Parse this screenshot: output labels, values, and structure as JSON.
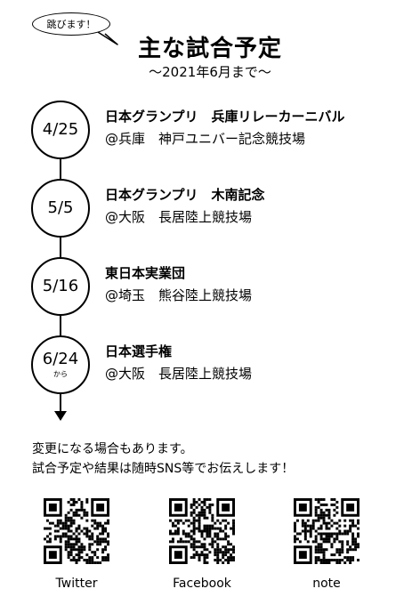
{
  "bubble": {
    "text": "跳びます！"
  },
  "header": {
    "title": "主な試合予定",
    "subtitle": "～2021年6月まで～"
  },
  "events": [
    {
      "date": "4/25",
      "from": "",
      "name": "日本グランプリ　兵庫リレーカーニバル",
      "place": "@兵庫　神戸ユニバー記念競技場"
    },
    {
      "date": "5/5",
      "from": "",
      "name": "日本グランプリ　木南記念",
      "place": "@大阪　長居陸上競技場"
    },
    {
      "date": "5/16",
      "from": "",
      "name": "東日本実業団",
      "place": "@埼玉　熊谷陸上競技場"
    },
    {
      "date": "6/24",
      "from": "から",
      "name": "日本選手権",
      "place": "@大阪　長居陸上競技場"
    }
  ],
  "notes": {
    "line1": "変更になる場合もあります。",
    "line2": "試合予定や結果は随時SNS等でお伝えします！"
  },
  "links": [
    {
      "label": "Twitter",
      "icon": "qr-code-icon"
    },
    {
      "label": "Facebook",
      "icon": "qr-code-icon"
    },
    {
      "label": "note",
      "icon": "qr-code-icon"
    }
  ]
}
